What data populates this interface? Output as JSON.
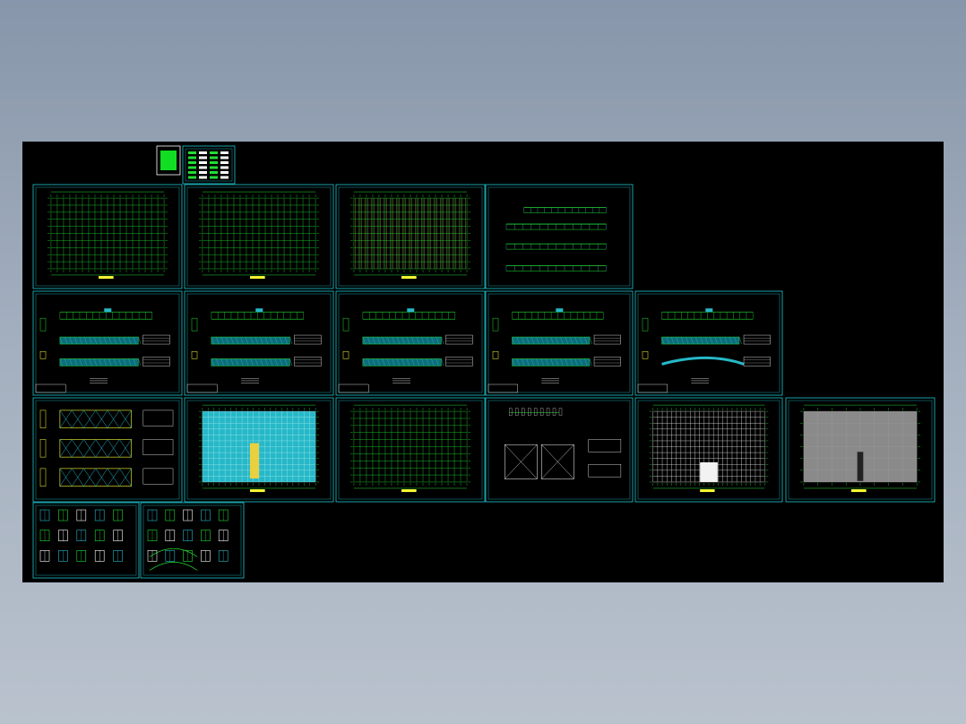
{
  "viewport": {
    "background": "#000000",
    "frame_color": "#1ec8d2",
    "line_color": "#22dd33",
    "accent_color": "#ffff33",
    "fill_cyan": "#26b8c8",
    "fill_gray": "#8a8a8a"
  },
  "sheets": [
    {
      "id": "legend-swatch",
      "kind": "swatch"
    },
    {
      "id": "title-block",
      "kind": "titleblock"
    },
    {
      "id": "plan-1",
      "kind": "plan"
    },
    {
      "id": "plan-2",
      "kind": "plan"
    },
    {
      "id": "plan-3",
      "kind": "plan-dense"
    },
    {
      "id": "elevation-1",
      "kind": "elevation"
    },
    {
      "id": "truss-1",
      "kind": "truss"
    },
    {
      "id": "truss-2",
      "kind": "truss"
    },
    {
      "id": "truss-3",
      "kind": "truss"
    },
    {
      "id": "truss-4",
      "kind": "truss"
    },
    {
      "id": "truss-5",
      "kind": "truss-curved"
    },
    {
      "id": "truss-detail",
      "kind": "truss-detail"
    },
    {
      "id": "roof-plan-cyan",
      "kind": "plan-cyan"
    },
    {
      "id": "roof-plan",
      "kind": "plan"
    },
    {
      "id": "section-detail",
      "kind": "section"
    },
    {
      "id": "plan-white",
      "kind": "plan-white"
    },
    {
      "id": "plan-gray",
      "kind": "plan-gray"
    },
    {
      "id": "details-1",
      "kind": "details"
    },
    {
      "id": "details-2",
      "kind": "details"
    }
  ]
}
